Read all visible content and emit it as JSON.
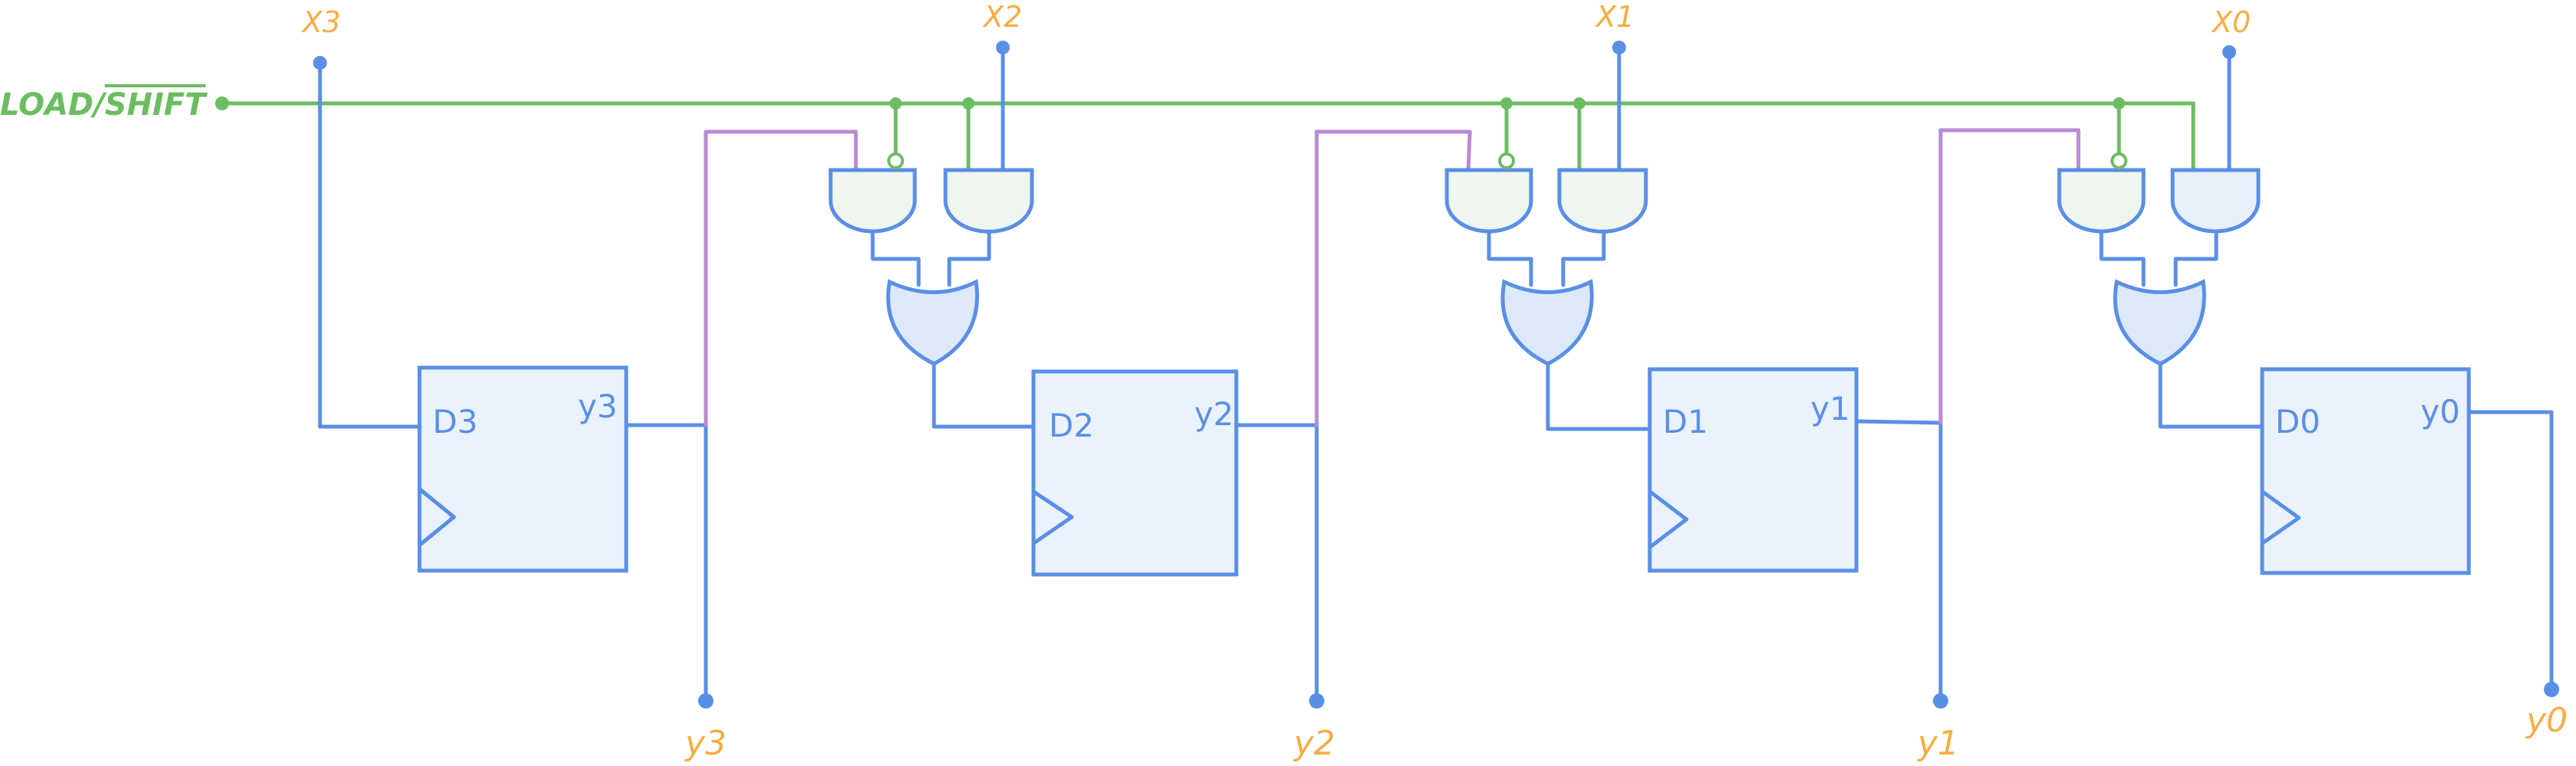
{
  "control": {
    "label": "LOAD/SHIFT",
    "label_load": "LOAD/",
    "label_shift": "SHIFT"
  },
  "inputs": [
    {
      "label": "X3"
    },
    {
      "label": "X2"
    },
    {
      "label": "X1"
    },
    {
      "label": "X0"
    }
  ],
  "flipflops": [
    {
      "d_label": "D3",
      "q_label": "y3"
    },
    {
      "d_label": "D2",
      "q_label": "y2"
    },
    {
      "d_label": "D1",
      "q_label": "y1"
    },
    {
      "d_label": "D0",
      "q_label": "y0"
    }
  ],
  "outputs": [
    {
      "label": "y3"
    },
    {
      "label": "y2"
    },
    {
      "label": "y1"
    },
    {
      "label": "y0"
    }
  ],
  "colors": {
    "wire": "#5a8fe6",
    "control_wire": "#6cbd62",
    "shift_wire": "#b98ad1",
    "label": "#f6ad45",
    "flipflop_fill": "#eaf2fc"
  }
}
